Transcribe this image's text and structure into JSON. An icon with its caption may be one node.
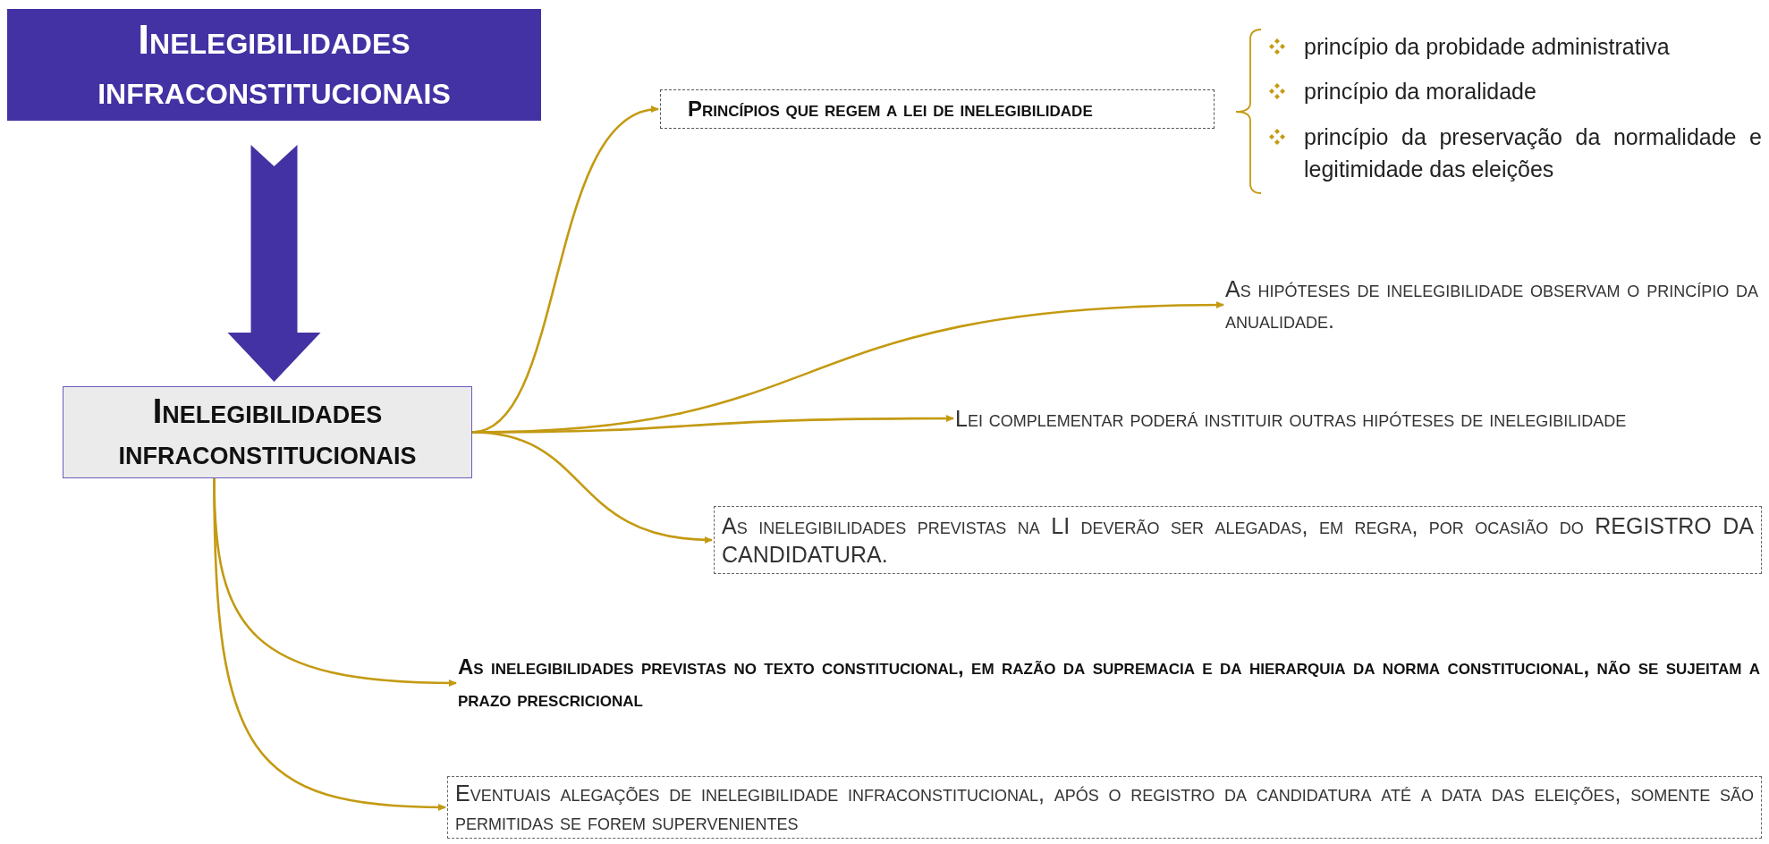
{
  "diagram": {
    "nodes": [
      {
        "text": [
          "Inelegibilidades infraconstitucionais"
        ]
      },
      {
        "text": [
          "Inelegibilidades infraconstitucionais"
        ]
      },
      {
        "text": [
          "Princípios que regem a lei de inelegibilidade"
        ]
      },
      {
        "text": [
          "As hipóteses de inelegibilidade observam o princípio da anualidade."
        ]
      },
      {
        "text": [
          "Lei complementar poderá instituir outras hipóteses de inelegibilidade"
        ]
      },
      {
        "text": [
          "As inelegibilidades previstas na LI deverão ser alegadas, em regra, por ocasião do REGISTRO DA CANDIDATURA."
        ]
      },
      {
        "text": [
          "As inelegibilidades previstas no texto constitucional, em razão da supremacia e da hierarquia da norma constitucional, não se sujeitam a prazo prescricional"
        ]
      },
      {
        "text": [
          "Eventuais alegações de inelegibilidade infraconstitucional, após o registro da candidatura até a data das eleições, somente são permitidas se forem supervenientes"
        ]
      }
    ],
    "edges": [
      {
        "from": 0,
        "to": 1,
        "arrow": "to",
        "style": "thick",
        "color": "#4332a3"
      },
      {
        "from": 1,
        "to": 2,
        "arrow": "to"
      },
      {
        "from": 1,
        "to": 3,
        "arrow": "to"
      },
      {
        "from": 1,
        "to": 4,
        "arrow": "to"
      },
      {
        "from": 1,
        "to": 5,
        "arrow": "to"
      },
      {
        "from": 1,
        "to": 6,
        "arrow": "to"
      },
      {
        "from": 1,
        "to": 7,
        "arrow": "to"
      }
    ],
    "labels": [
      "princípio da probidade administrativa",
      "princípio da moralidade",
      "princípio da preservação da normalidade e legitimidade das eleições"
    ]
  }
}
